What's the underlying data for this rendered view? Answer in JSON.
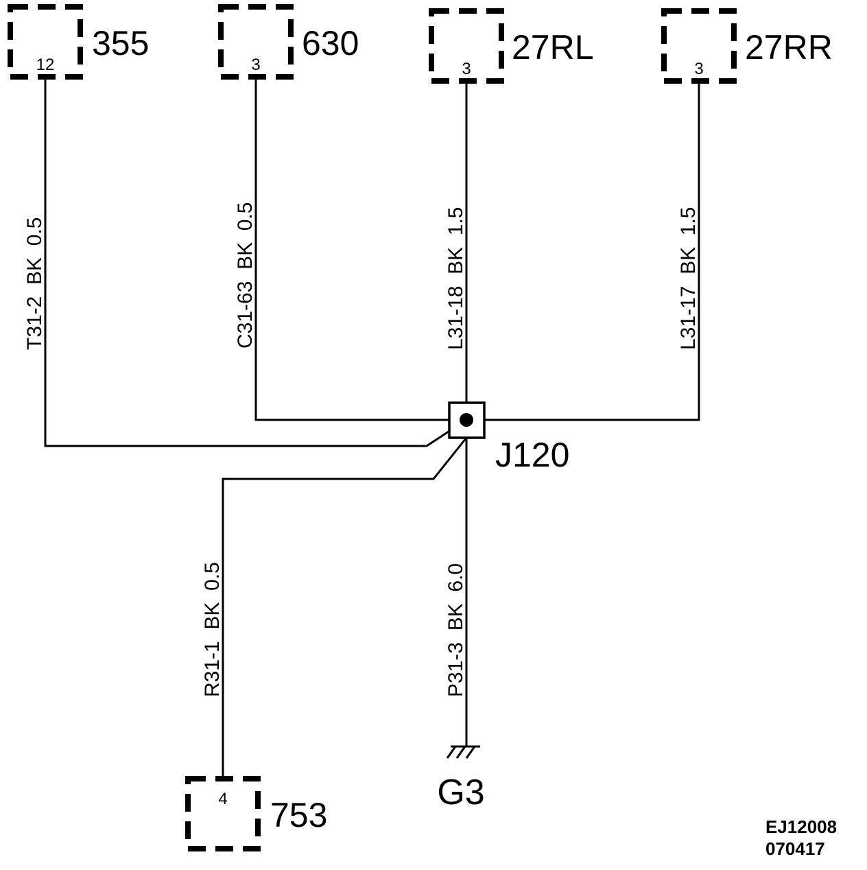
{
  "components": {
    "c355": {
      "name": "355",
      "pin": "12"
    },
    "c630": {
      "name": "630",
      "pin": "3"
    },
    "c27rl": {
      "name": "27RL",
      "pin": "3"
    },
    "c27rr": {
      "name": "27RR",
      "pin": "3"
    },
    "c753": {
      "name": "753",
      "pin": "4"
    }
  },
  "wires": {
    "w355": "T31-2  BK  0.5",
    "w630": "C31-63  BK  0.5",
    "w27rl": "L31-18  BK  1.5",
    "w27rr": "L31-17  BK  1.5",
    "w753": "R31-1  BK  0.5",
    "wg3": "P31-3  BK  6.0"
  },
  "junction": {
    "name": "J120"
  },
  "ground": {
    "name": "G3"
  },
  "footer": {
    "code": "EJ12008",
    "date": "070417"
  },
  "colors": {
    "line": "#000000",
    "background": "#ffffff"
  }
}
